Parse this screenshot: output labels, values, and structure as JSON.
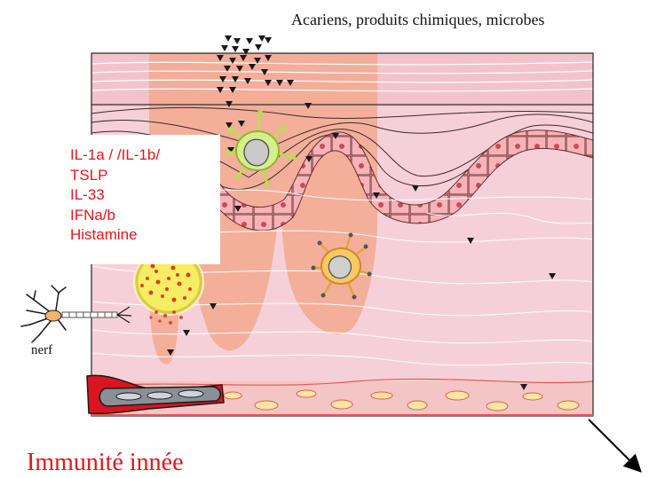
{
  "top_label": "Acariens, produits chimiques, microbes",
  "cytokines": [
    "IL-1a / /IL-1b/",
    "TSLP",
    "IL-33",
    "IFNa/b",
    "Histamine"
  ],
  "nerve_label": "nerf",
  "bottom_title": "Immunité innée",
  "colors": {
    "title_red": "#e8141b",
    "skin_pink": "#f6d0d8",
    "epidermis_pink": "#f3c3cc",
    "highlight_salmon": "#f2a98f",
    "dendritic_green": "#b8e04a",
    "mast_cell_yellow": "#f6ee62",
    "granule_red": "#e23a2a",
    "vessel_red": "#d9151f"
  }
}
